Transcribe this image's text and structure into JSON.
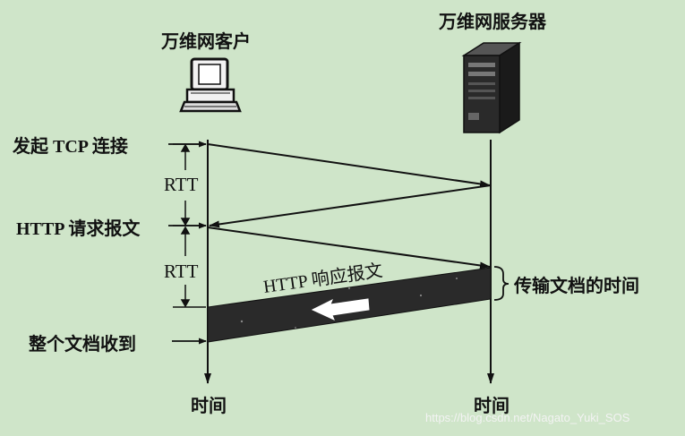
{
  "client": {
    "title": "万维网客户",
    "icon": "computer-icon"
  },
  "server": {
    "title": "万维网服务器",
    "icon": "server-icon"
  },
  "left_labels": {
    "start_tcp": "发起 TCP 连接",
    "http_request": "HTTP 请求报文",
    "doc_received": "整个文档收到"
  },
  "rtt": {
    "first": "RTT",
    "second": "RTT"
  },
  "response": {
    "label": "HTTP 响应报文"
  },
  "transfer_time": "传输文档的时间",
  "time_axis": {
    "client": "时间",
    "server": "时间"
  },
  "watermark": "https://blog.csdn.net/Nagato_Yuki_SOS"
}
